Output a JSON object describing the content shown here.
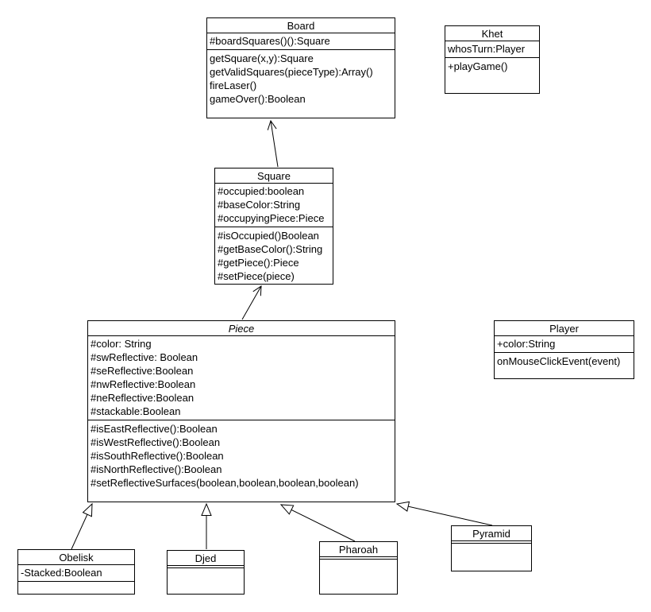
{
  "diagram": {
    "title": "Khet game UML class diagram",
    "background_color": "#ffffff",
    "line_color": "#000000",
    "text_color": "#000000",
    "classes": [
      {
        "name": "Board",
        "abstract": false,
        "attributes": [
          "#boardSquares()():Square"
        ],
        "methods": [
          "getSquare(x,y):Square",
          "getValidSquares(pieceType):Array()",
          "fireLaser()",
          "gameOver():Boolean"
        ]
      },
      {
        "name": "Khet",
        "abstract": false,
        "attributes": [
          "whosTurn:Player"
        ],
        "methods": [
          "+playGame()"
        ]
      },
      {
        "name": "Square",
        "abstract": false,
        "attributes": [
          "#occupied:boolean",
          "#baseColor:String",
          "#occupyingPiece:Piece"
        ],
        "methods": [
          "#isOccupied()Boolean",
          "#getBaseColor():String",
          "#getPiece():Piece",
          "#setPiece(piece)"
        ]
      },
      {
        "name": "Piece",
        "abstract": true,
        "attributes": [
          "#color: String",
          "#swReflective: Boolean",
          "#seReflective:Boolean",
          "#nwReflective:Boolean",
          "#neReflective:Boolean",
          "#stackable:Boolean"
        ],
        "methods": [
          "#isEastReflective():Boolean",
          "#isWestReflective():Boolean",
          "#isSouthReflective():Boolean",
          "#isNorthReflective():Boolean",
          "#setReflectiveSurfaces(boolean,boolean,boolean,boolean)"
        ]
      },
      {
        "name": "Player",
        "abstract": false,
        "attributes": [
          "+color:String"
        ],
        "methods": [
          "onMouseClickEvent(event)"
        ]
      },
      {
        "name": "Obelisk",
        "abstract": false,
        "attributes": [
          "-Stacked:Boolean"
        ],
        "methods": []
      },
      {
        "name": "Djed",
        "abstract": false,
        "attributes": [],
        "methods": []
      },
      {
        "name": "Pharoah",
        "abstract": false,
        "attributes": [],
        "methods": []
      },
      {
        "name": "Pyramid",
        "abstract": false,
        "attributes": [],
        "methods": []
      }
    ],
    "relationships": [
      {
        "from": "Square",
        "to": "Board",
        "type": "directed-association",
        "arrowhead": "open-arrow"
      },
      {
        "from": "Piece",
        "to": "Square",
        "type": "directed-association",
        "arrowhead": "open-arrow"
      },
      {
        "from": "Obelisk",
        "to": "Piece",
        "type": "generalization",
        "arrowhead": "hollow-triangle"
      },
      {
        "from": "Djed",
        "to": "Piece",
        "type": "generalization",
        "arrowhead": "hollow-triangle"
      },
      {
        "from": "Pharoah",
        "to": "Piece",
        "type": "generalization",
        "arrowhead": "hollow-triangle"
      },
      {
        "from": "Pyramid",
        "to": "Piece",
        "type": "generalization",
        "arrowhead": "hollow-triangle"
      }
    ]
  }
}
